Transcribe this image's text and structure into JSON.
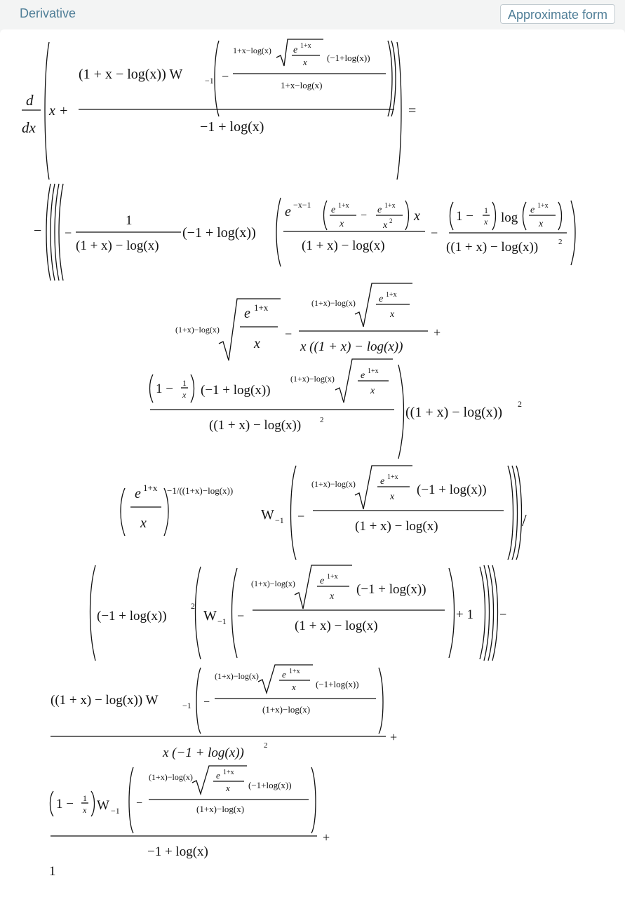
{
  "pod": {
    "title": "Derivative",
    "approx_button": "Approximate form"
  },
  "formula": {
    "lhs_d": "d",
    "lhs_dx": "dx",
    "lhs_x_plus": "x +",
    "lhs_numer_start": "(1 + x − log(x)) W",
    "sub_m1": "−1",
    "lhs_root_index": "1+x−log(x)",
    "e": "e",
    "exp_1px": "1+x",
    "x": "x",
    "neg_one_plus_log_small": "(−1+log(x))",
    "lhs_inner_den": "1+x−log(x)",
    "lhs_den": "−1 + log(x)",
    "equals": "=",
    "minus": "−",
    "plus": "+",
    "one": "1",
    "slash": "/",
    "r1_one": "1",
    "r1_den": "(1 + x) − log(x)",
    "r1_neg_one_plus_log": "(−1 + log(x))",
    "exp_neg_x_minus_1": "−x−1",
    "x_sq": "x",
    "two": "2",
    "r1_tail_x": "x",
    "log": "log",
    "one_minus": "1 −",
    "big_den": "((1 + x) − log(x))",
    "root_index": "(1+x)−log(x)",
    "r2_den": "x ((1 + x) − log(x))",
    "r4_sq": "((1 + x) − log(x))",
    "neg_one_over": "−1/((1+x)−log(x))",
    "neg_one_plus_log": "(−1 + log(x))",
    "r5_den": "(1 + x) − log(x)",
    "r6_left": "(−1 + log(x))",
    "plus_one": "+ 1",
    "r7_num": "((1 + x) − log(x)) W",
    "r7_den": "x (−1 + log(x))",
    "small_den": "(1+x)−log(x)",
    "r8_W": "W",
    "r8_den": "−1 + log(x)",
    "final_one": "1"
  }
}
